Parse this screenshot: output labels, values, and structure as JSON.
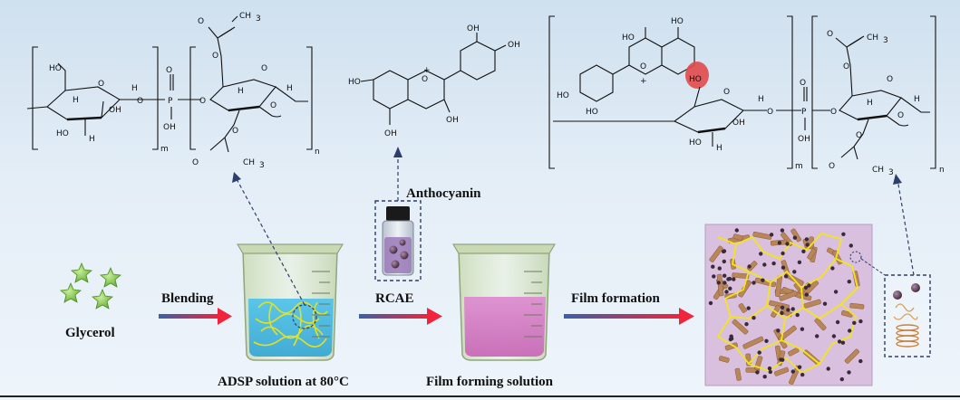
{
  "labels": {
    "glycerol": "Glycerol",
    "blending": "Blending",
    "adsp": "ADSP solution at 80°C",
    "anthocyanin": "Anthocyanin",
    "rcae": "RCAE",
    "film_forming": "Film forming solution",
    "film_formation": "Film formation"
  },
  "chem": {
    "ho": "HO",
    "oh": "OH",
    "h": "H",
    "o": "O",
    "p": "P",
    "plus": "+",
    "ch3": "CH",
    "three": "3",
    "m": "m",
    "n": "n"
  },
  "colors": {
    "arrow_start": "#3b5fa8",
    "arrow_end": "#f0243c",
    "solution_blue": "#5fc8e8",
    "solution_pink": "#d77fc7",
    "film_bg": "#d9c0de",
    "fiber": "#b9865a",
    "network": "#f3e51c",
    "highlight": "#e24a4a",
    "dashed": "#2c3e6b"
  }
}
